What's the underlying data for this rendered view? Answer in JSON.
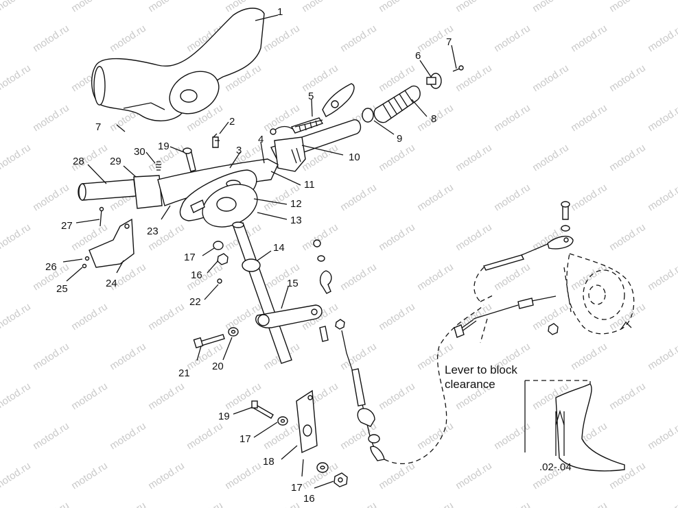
{
  "watermark": "motod.ru",
  "callouts": {
    "n1": "1",
    "n2": "2",
    "n3": "3",
    "n4": "4",
    "n5": "5",
    "n6": "6",
    "n7a": "7",
    "n7b": "7",
    "n8": "8",
    "n9": "9",
    "n10": "10",
    "n11": "11",
    "n12": "12",
    "n13": "13",
    "n14": "14",
    "n15": "15",
    "n16a": "16",
    "n16b": "16",
    "n17a": "17",
    "n17b": "17",
    "n17c": "17",
    "n18": "18",
    "n19a": "19",
    "n19b": "19",
    "n20": "20",
    "n21": "21",
    "n22": "22",
    "n23": "23",
    "n24": "24",
    "n25": "25",
    "n26": "26",
    "n27": "27",
    "n28": "28",
    "n29": "29",
    "n30": "30"
  },
  "notes": {
    "lever_line1": "Lever to block",
    "lever_line2": "clearance",
    "inset_dimension": ".02-.04"
  }
}
